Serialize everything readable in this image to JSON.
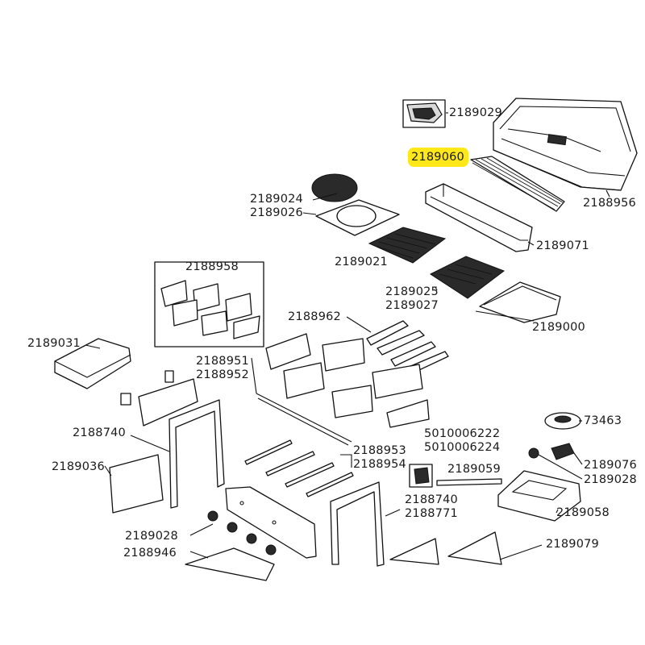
{
  "highlight_color": "#ffe81a",
  "highlighted_part": "2189060",
  "parts": {
    "p2189029": "2189029",
    "p2189060": "2189060",
    "p2188956": "2188956",
    "p2189024": "2189024",
    "p2189026": "2189026",
    "p2189071": "2189071",
    "p2189021": "2189021",
    "p2188958": "2188958",
    "p2189025": "2189025",
    "p2189027": "2189027",
    "p2188962": "2188962",
    "p2189000": "2189000",
    "p2189031": "2189031",
    "p2188951": "2188951",
    "p2188952": "2188952",
    "p73463": "73463",
    "p5010006222": "5010006222",
    "p5010006224": "5010006224",
    "p2188740a": "2188740",
    "p2188953": "2188953",
    "p2188954": "2188954",
    "p2189076": "2189076",
    "p2189036": "2189036",
    "p2189059": "2189059",
    "p2189028a": "2189028",
    "p2188740b": "2188740",
    "p2188771": "2188771",
    "p2189058": "2189058",
    "p2189028b": "2189028",
    "p2189079": "2189079",
    "p2188946": "2188946"
  }
}
